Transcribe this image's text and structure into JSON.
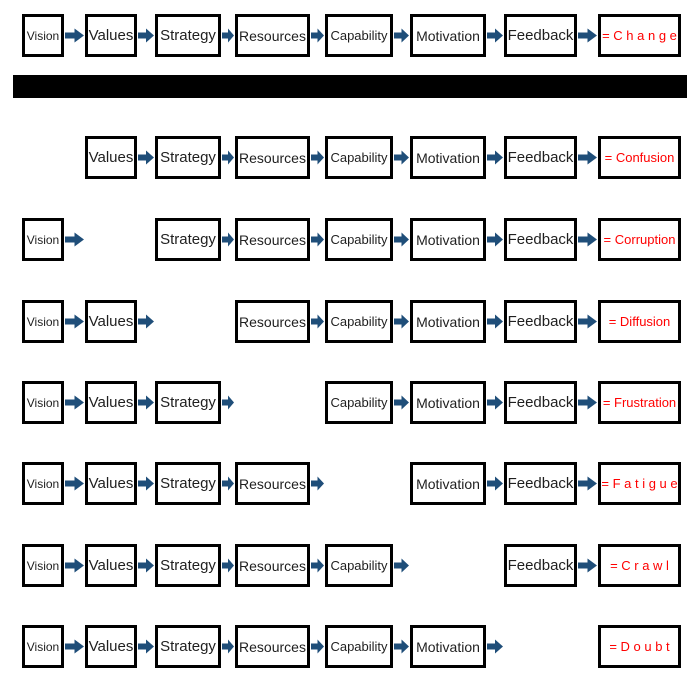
{
  "stages": [
    "Vision",
    "Values",
    "Strategy",
    "Resources",
    "Capability",
    "Motivation",
    "Feedback"
  ],
  "rows": [
    {
      "missing": "",
      "result": "= C h a n g e"
    },
    {
      "missing": "Vision",
      "result": "= Confusion"
    },
    {
      "missing": "Values",
      "result": "= Corruption"
    },
    {
      "missing": "Strategy",
      "result": "= Diffusion"
    },
    {
      "missing": "Resources",
      "result": "= Frustration"
    },
    {
      "missing": "Capability",
      "result": "= F a t i g u e"
    },
    {
      "missing": "Motivation",
      "result": "= C r a w l"
    },
    {
      "missing": "Feedback",
      "result": "= D o u b t"
    }
  ],
  "colors": {
    "arrow": "#1F4E79",
    "result_text": "#FF0000",
    "stage_text": "#1F1F1F",
    "box_border": "#000000",
    "box_background": "#FFFFFF",
    "bar": "#000000"
  }
}
